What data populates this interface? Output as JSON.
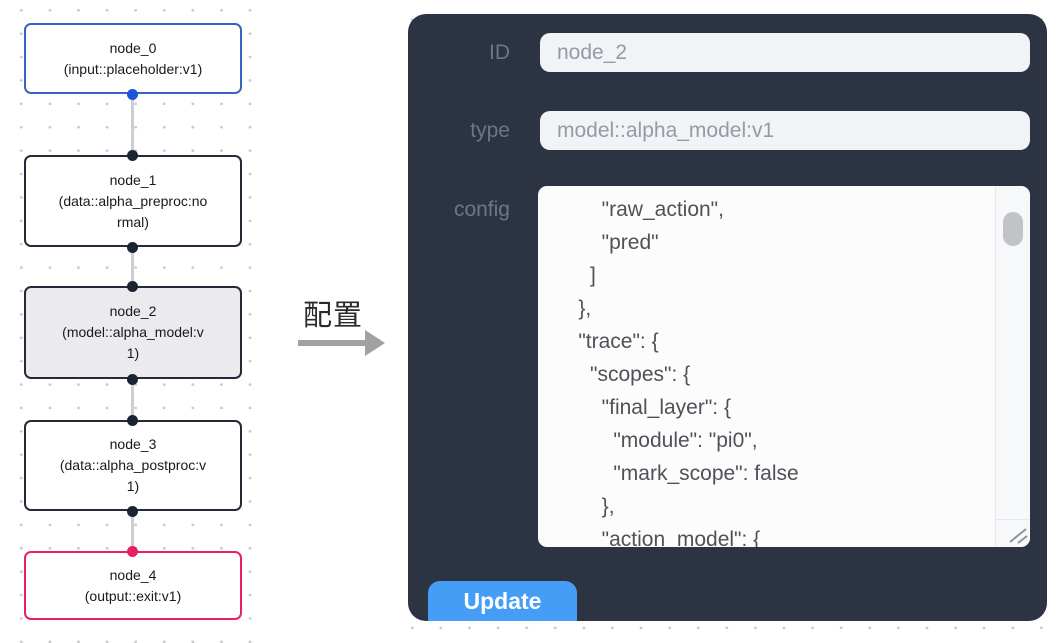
{
  "transition": {
    "label": "配置"
  },
  "graph": {
    "nodes": [
      {
        "id": "node_0",
        "type_label": "(input::placeholder:v1)"
      },
      {
        "id": "node_1",
        "type_label": "(data::alpha_preproc:normal)"
      },
      {
        "id": "node_2",
        "type_label": "(model::alpha_model:v1)"
      },
      {
        "id": "node_3",
        "type_label": "(data::alpha_postproc:v1)"
      },
      {
        "id": "node_4",
        "type_label": "(output::exit:v1)"
      }
    ],
    "selected_node": "node_2"
  },
  "panel": {
    "fields": [
      {
        "label": "ID",
        "value": "node_2"
      },
      {
        "label": "type",
        "value": "model::alpha_model:v1"
      }
    ],
    "config_label": "config",
    "config_text": "        \"raw_action\",\n        \"pred\"\n      ]\n    },\n    \"trace\": {\n      \"scopes\": {\n        \"final_layer\": {\n          \"module\": \"pi0\",\n          \"mark_scope\": false\n        },\n        \"action_model\": {",
    "update_label": "Update"
  },
  "colors": {
    "panel_background": "#2c3444",
    "update_button": "#459df6",
    "input_node_border": "#3a62c4",
    "output_node_border": "#ea1f66",
    "selected_node_fill": "#ebebed",
    "handle_dark": "#1c2333",
    "handle_blue": "#1d53d8",
    "handle_pink": "#ea1f66"
  }
}
